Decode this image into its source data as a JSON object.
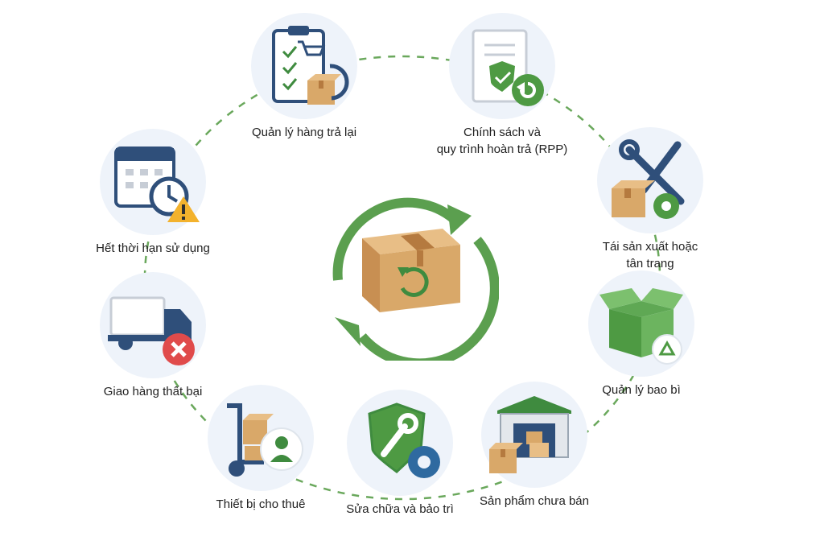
{
  "colors": {
    "green": "#5b9f4f",
    "blue": "#2f4f7a",
    "box": "#d9a869",
    "red": "#e04b4b",
    "disc": "#eef3fa"
  },
  "center": {
    "icon": "cardboard-box-return-icon",
    "arrows": "circular-recycle-arrows"
  },
  "nodes": [
    {
      "key": "returns",
      "label": "Quản lý hàng trả lại",
      "icon": "clipboard-cart-return-icon"
    },
    {
      "key": "policy",
      "label": "Chính sách và\nquy trình hoàn trả (RPP)",
      "icon": "document-shield-return-icon"
    },
    {
      "key": "remanufacture",
      "label": "Tái sản xuất hoặc\ntân trang",
      "icon": "tools-gear-box-icon"
    },
    {
      "key": "packaging",
      "label": "Quản lý bao bì",
      "icon": "open-box-recycle-icon"
    },
    {
      "key": "unsold",
      "label": "Sản phẩm chưa bán",
      "icon": "warehouse-boxes-icon"
    },
    {
      "key": "repair",
      "label": "Sửa chữa và bảo trì",
      "icon": "shield-wrench-gear-icon"
    },
    {
      "key": "rental",
      "label": "Thiết bị cho thuê",
      "icon": "hand-truck-person-icon"
    },
    {
      "key": "failed",
      "label": "Giao hàng thất bại",
      "icon": "truck-cross-icon"
    },
    {
      "key": "expired",
      "label": "Hết thời hạn sử dụng",
      "icon": "calendar-clock-warning-icon"
    }
  ]
}
